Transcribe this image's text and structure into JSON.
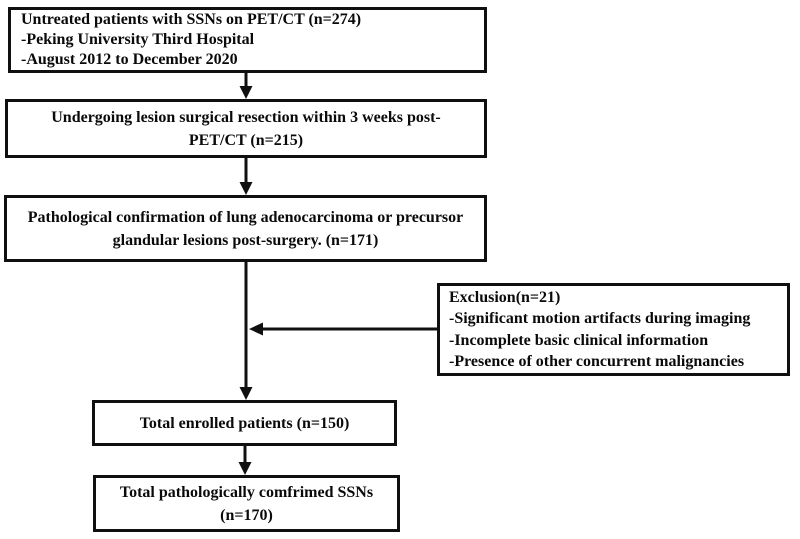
{
  "flowchart": {
    "title_hint": "Patient selection flow diagram",
    "colors": {
      "ink": "#101010",
      "background": "#ffffff"
    },
    "box1": {
      "lines": [
        "Untreated patients with SSNs on PET/CT (n=274)",
        "-Peking University Third Hospital",
        "-August 2012 to December 2020"
      ]
    },
    "box2": {
      "lines": [
        "Undergoing lesion surgical resection within 3 weeks post-",
        "PET/CT (n=215)"
      ]
    },
    "box3": {
      "lines": [
        "Pathological confirmation of lung adenocarcinoma or precursor",
        "glandular lesions post-surgery. (n=171)"
      ]
    },
    "exclusion": {
      "lines": [
        "Exclusion(n=21)",
        "-Significant motion artifacts during imaging",
        "-Incomplete basic clinical information",
        "-Presence of other concurrent malignancies"
      ]
    },
    "box4": {
      "lines": [
        "Total enrolled patients (n=150)"
      ]
    },
    "box5": {
      "lines": [
        "Total pathologically comfrimed SSNs",
        "(n=170)"
      ]
    }
  }
}
